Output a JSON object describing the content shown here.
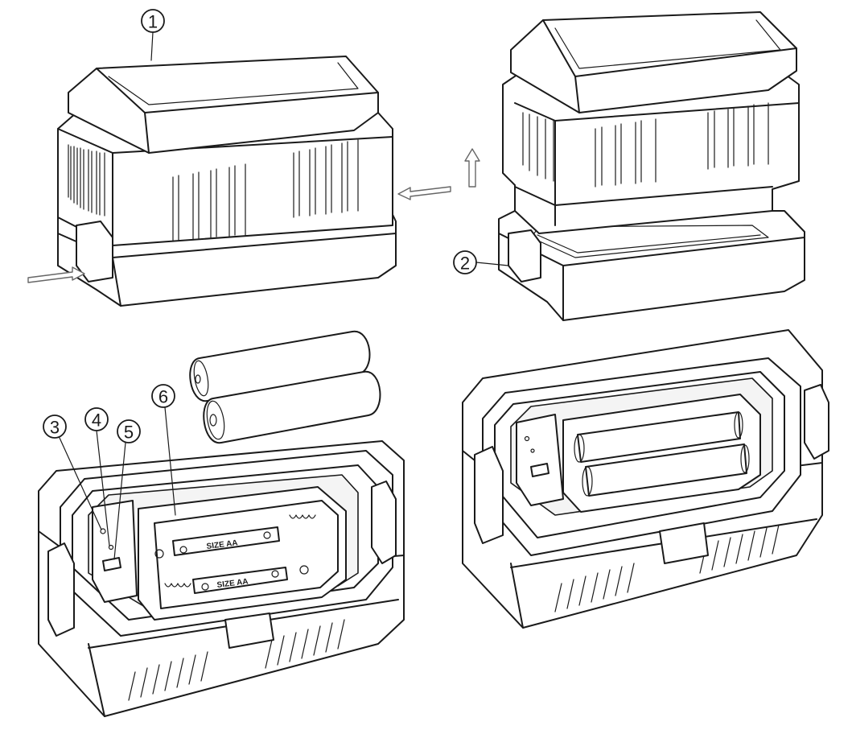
{
  "callouts": {
    "c1": "1",
    "c2": "2",
    "c3": "3",
    "c4": "4",
    "c5": "5",
    "c6": "6"
  },
  "battery_labels": {
    "top": "SIZE  AA",
    "bottom": "SIZE  AA"
  },
  "colors": {
    "line": "#1a1a1a",
    "arrow": "#666666"
  }
}
